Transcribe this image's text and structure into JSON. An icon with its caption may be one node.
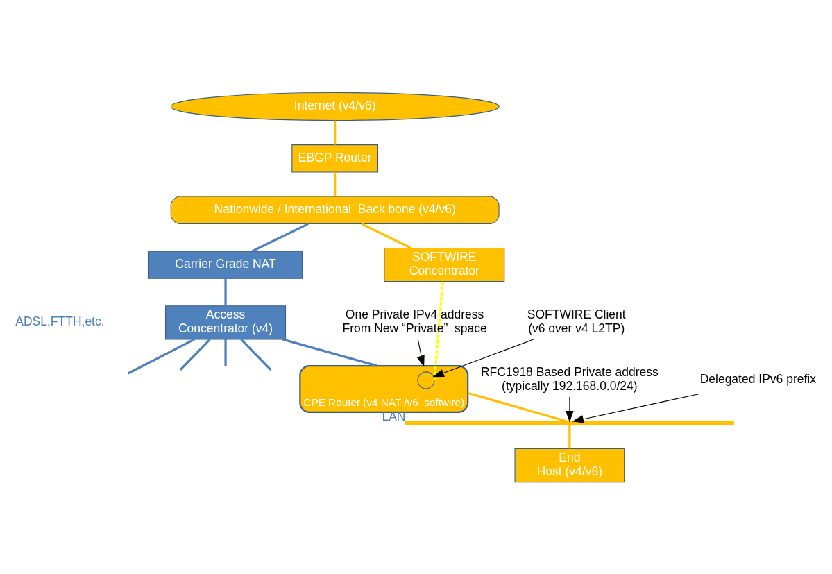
{
  "diagram": {
    "nodes": [
      {
        "text": [
          "Internet (v4/v6)"
        ]
      },
      {
        "text": [
          "EBGP Router"
        ]
      },
      {
        "text": [
          "Nationwide / International  Back bone (v4/v6)"
        ]
      },
      {
        "text": [
          "SOFTWIRE Concentrator"
        ]
      },
      {
        "text": [
          "Carrier Grade NAT"
        ]
      },
      {
        "text": [
          "Access Concentrator (v4)"
        ]
      },
      {
        "text": [
          "CPE Router (v4 NAT /v6  softwire)"
        ]
      },
      {
        "text": [],
        "shape": "circle",
        "in": 6
      },
      {
        "text": [],
        "shape": "bar",
        "beside": [
          "LAN"
        ]
      },
      {
        "text": [
          "End Host (v4/v6)"
        ]
      },
      {
        "text": [
          "One Private IPv4 address From New “Private”  space"
        ]
      },
      {
        "text": [
          "SOFTWIRE Client (v6 over v4 L2TP)"
        ]
      },
      {
        "text": [
          "RFC1918 Based Private address (typically 192.168.0.0/24)"
        ]
      },
      {
        "text": [
          "Delegated IPv6 prefix"
        ]
      }
    ],
    "edges": [
      {
        "from": 0,
        "to": 1,
        "arrow": "none",
        "color": "#ffc000"
      },
      {
        "from": 1,
        "to": 2,
        "arrow": "none",
        "color": "#ffc000"
      },
      {
        "from": 2,
        "to": 3,
        "arrow": "none",
        "color": "#ffc000"
      },
      {
        "from": 2,
        "to": 4,
        "arrow": "none"
      },
      {
        "from": 4,
        "to": 5,
        "arrow": "none"
      },
      {
        "from": 5,
        "to": null,
        "arrow": "none"
      },
      {
        "from": 5,
        "to": null,
        "arrow": "none"
      },
      {
        "from": 5,
        "to": 6,
        "arrow": "none"
      },
      {
        "from": 5,
        "to": null,
        "arrow": "none"
      },
      {
        "from": 5,
        "to": null,
        "arrow": "none"
      },
      {
        "from": 7,
        "to": 3,
        "arrow": "none",
        "style": "dashed",
        "color": "#ffff00"
      },
      {
        "from": 6,
        "to": 8,
        "arrow": "none",
        "color": "#ffc000"
      },
      {
        "from": 8,
        "to": 9,
        "arrow": "none",
        "color": "#ffc000"
      },
      {
        "from": 10,
        "to": 6,
        "arrow": "to",
        "color": "#000000"
      },
      {
        "from": 11,
        "to": 7,
        "arrow": "to",
        "color": "#000000"
      },
      {
        "from": 12,
        "to": 8,
        "arrow": "to",
        "color": "#000000"
      },
      {
        "from": 13,
        "to": 8,
        "arrow": "to",
        "color": "#000000"
      }
    ],
    "labels": [
      "ADSL,FTTH,etc."
    ]
  }
}
